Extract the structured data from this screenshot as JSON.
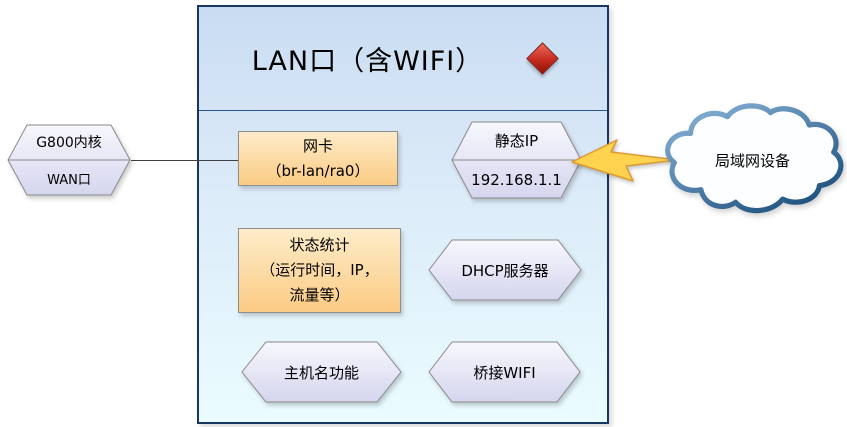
{
  "title": "LAN口（含WIFI）",
  "left_node": {
    "top": "G800内核",
    "bottom": "WAN口"
  },
  "nodes": {
    "nic": {
      "line1": "网卡",
      "line2": "（br-lan/ra0）"
    },
    "static_ip": {
      "top": "静态IP",
      "bottom": "192.168.1.1"
    },
    "stats": {
      "line1": "状态统计",
      "line2": "（运行时间，IP，",
      "line3": "流量等）"
    },
    "dhcp": {
      "label": "DHCP服务器"
    },
    "hostname": {
      "label": "主机名功能"
    },
    "bridge_wifi": {
      "label": "桥接WIFI"
    }
  },
  "cloud": {
    "label": "局域网设备"
  },
  "colors": {
    "panel_border": "#17375e",
    "panel_bg_top": "#c9dcf2",
    "panel_bg_bottom": "#eafcff",
    "header_divider": "#31558a",
    "orange_top": "#feecc9",
    "orange_bottom": "#fbcb84",
    "shape_border": "#8a8a8a",
    "hex_top": "#f7f7fd",
    "hex_bottom": "#d5d5ef",
    "diamond_fill": "#c62a1d",
    "bolt_fill": "#ffd34d",
    "bolt_stroke": "#dd9a33",
    "cloud_stroke_light": "#8fb8dc",
    "cloud_stroke_dark": "#1c4f7c",
    "cloud_fill": "#fdfeff",
    "connector": "#404040"
  }
}
